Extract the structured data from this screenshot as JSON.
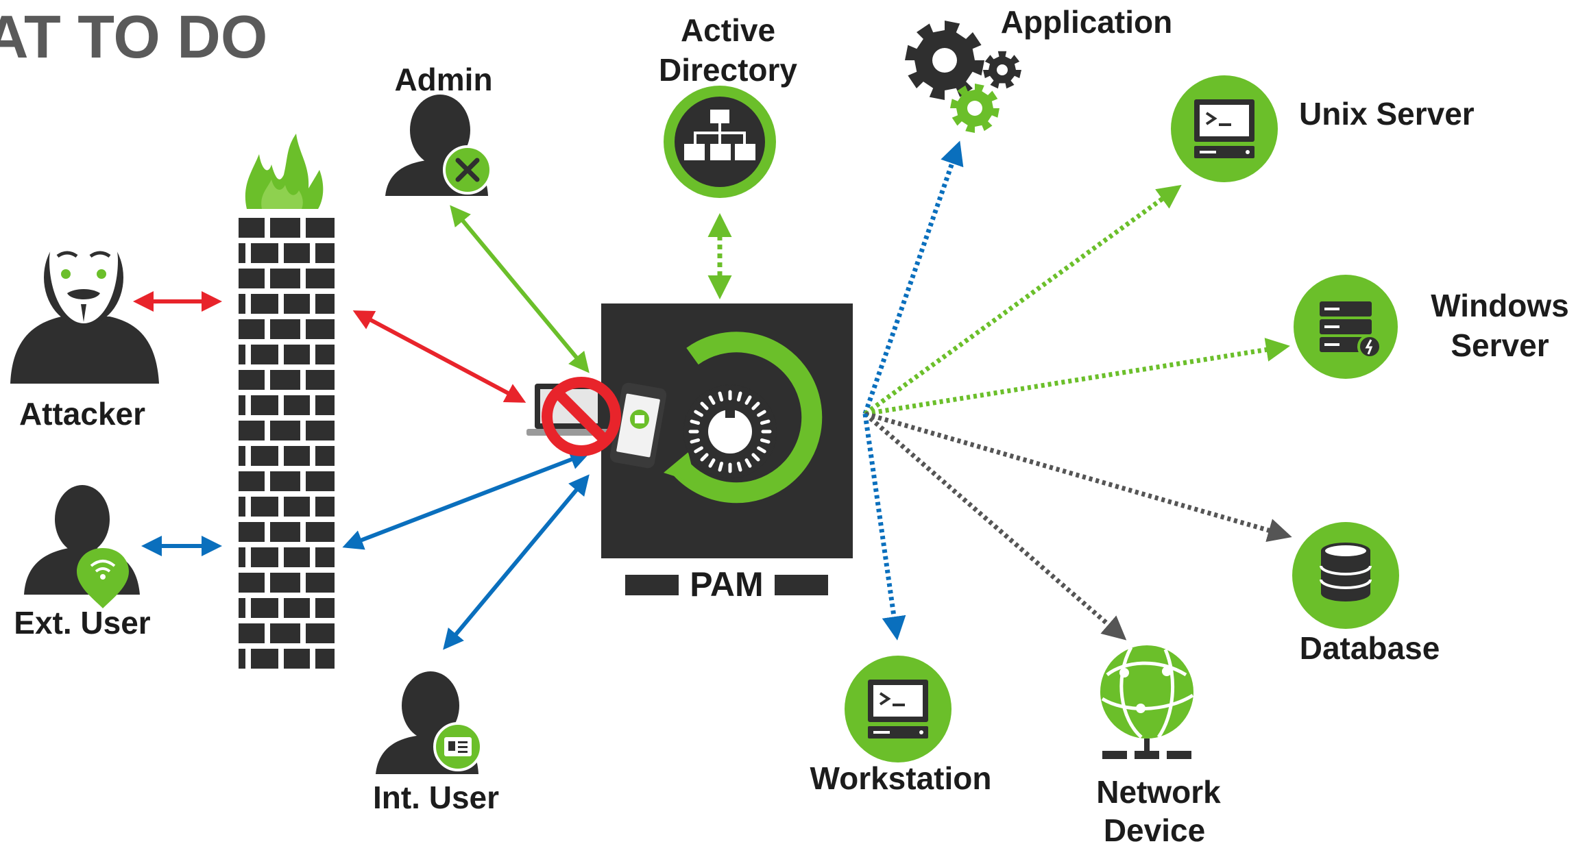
{
  "heading": "AT TO DO",
  "center": {
    "label": "PAM"
  },
  "nodes": {
    "attacker": "Attacker",
    "ext_user": "Ext. User",
    "admin": "Admin",
    "int_user": "Int. User",
    "active_directory": [
      "Active",
      "Directory"
    ],
    "application": "Application",
    "unix_server": "Unix Server",
    "windows_server": [
      "Windows",
      "Server"
    ],
    "database": "Database",
    "workstation": "Workstation",
    "network_device": [
      "Network",
      "Device"
    ]
  },
  "colors": {
    "green": "#6bbf2a",
    "dark": "#2f2f2f",
    "red": "#e8242b",
    "blue": "#0a6fbd",
    "gray": "#555555",
    "heading": "#5a5a5a"
  },
  "icons": {
    "attacker": "guy-fawkes-mask-icon",
    "ext_user": "user-wifi-icon",
    "admin": "user-tools-icon",
    "int_user": "user-badge-icon",
    "active_directory": "org-chart-icon",
    "application": "gears-icon",
    "unix_server": "terminal-icon",
    "windows_server": "server-rack-icon",
    "database": "database-icon",
    "workstation": "terminal-icon",
    "network_device": "globe-network-icon",
    "firewall": "firewall-icon",
    "pam": "vault-dial-icon",
    "blocked": "no-entry-icon"
  }
}
